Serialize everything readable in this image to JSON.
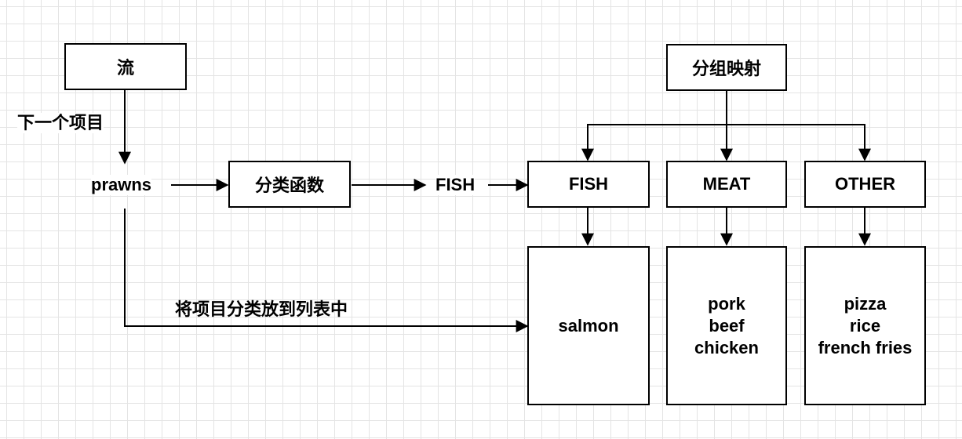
{
  "nodes": {
    "stream": "流",
    "group_map": "分组映射",
    "classifier": "分类函数",
    "fish_group": "FISH",
    "meat_group": "MEAT",
    "other_group": "OTHER"
  },
  "labels": {
    "next_item": "下一个项目",
    "current_item": "prawns",
    "classification_result": "FISH",
    "add_to_list": "将项目分类放到列表中"
  },
  "lists": {
    "fish": [
      "salmon"
    ],
    "meat": [
      "pork",
      "beef",
      "chicken"
    ],
    "other": [
      "pizza",
      "rice",
      "french fries"
    ]
  }
}
